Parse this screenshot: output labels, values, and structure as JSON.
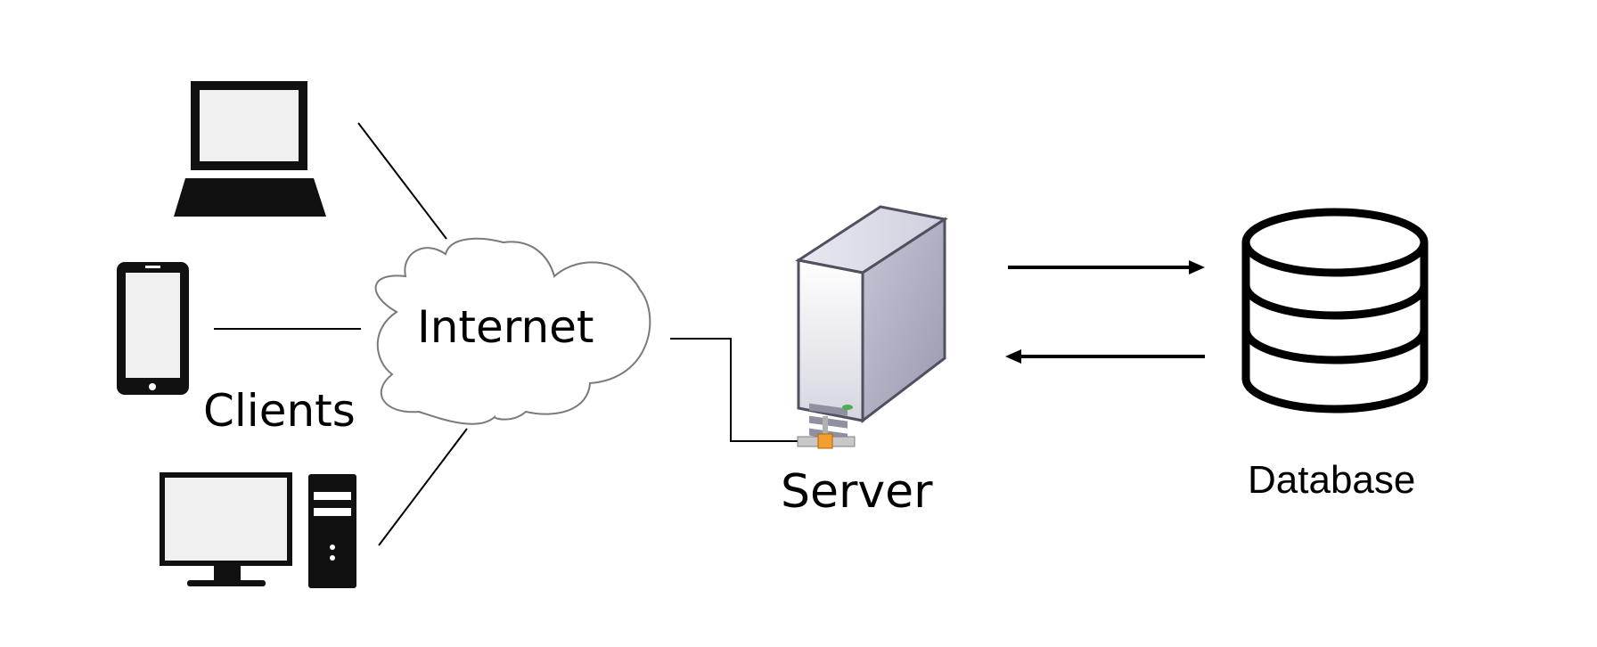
{
  "diagram": {
    "labels": {
      "internet": "Internet",
      "clients": "Clients",
      "server": "Server",
      "database": "Database"
    },
    "nodes": [
      {
        "id": "laptop",
        "icon": "laptop-icon",
        "group": "Clients"
      },
      {
        "id": "smartphone",
        "icon": "smartphone-icon",
        "group": "Clients"
      },
      {
        "id": "desktop",
        "icon": "desktop-computer-icon",
        "group": "Clients"
      },
      {
        "id": "internet",
        "icon": "cloud-icon"
      },
      {
        "id": "server",
        "icon": "server-icon"
      },
      {
        "id": "database",
        "icon": "database-icon"
      }
    ],
    "edges": [
      {
        "from": "laptop",
        "to": "internet"
      },
      {
        "from": "smartphone",
        "to": "internet"
      },
      {
        "from": "desktop",
        "to": "internet"
      },
      {
        "from": "internet",
        "to": "server"
      },
      {
        "from": "server",
        "to": "database",
        "arrow": "right"
      },
      {
        "from": "database",
        "to": "server",
        "arrow": "left"
      }
    ],
    "colors": {
      "stroke": "#000000",
      "screen": "#f0f0f0",
      "server_connector": "#f0a030",
      "server_led": "#4caf50"
    }
  }
}
